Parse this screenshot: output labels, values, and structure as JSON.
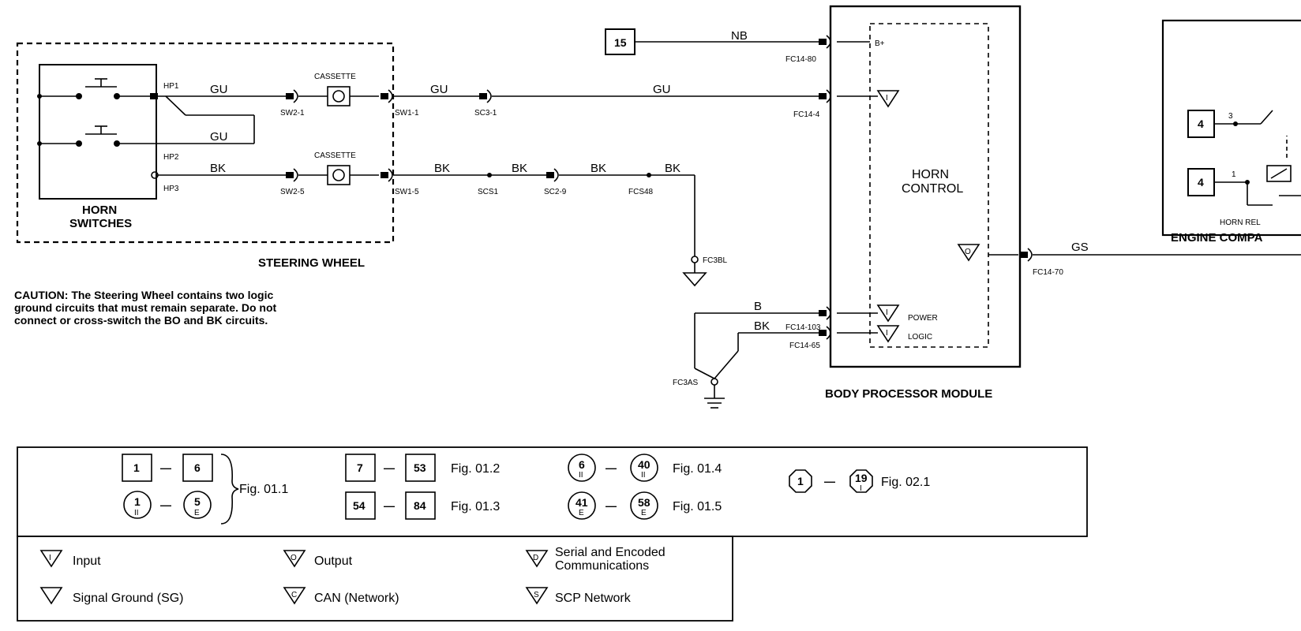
{
  "top_ref": {
    "box": "15",
    "wire": "NB",
    "pin": "FC14-80",
    "pin_label": "B+"
  },
  "steering_wheel": {
    "title": "STEERING WHEEL",
    "switches_label_1": "HORN",
    "switches_label_2": "SWITCHES",
    "hp1": "HP1",
    "hp2": "HP2",
    "hp3": "HP3",
    "cassette": "CASSETTE",
    "sw2_1": "SW2-1",
    "sw2_5": "SW2-5",
    "sw1_1": "SW1-1",
    "sw1_5": "SW1-5"
  },
  "wires": {
    "gu": "GU",
    "bk": "BK",
    "b": "B",
    "gs": "GS"
  },
  "connectors": {
    "sc3_1": "SC3-1",
    "scs1": "SCS1",
    "sc2_9": "SC2-9",
    "fcs48": "FCS48",
    "fc3bl": "FC3BL",
    "fc3as": "FC3AS",
    "fc14_4": "FC14-4",
    "fc14_103": "FC14-103",
    "fc14_65": "FC14-65",
    "fc14_70": "FC14-70"
  },
  "module": {
    "title": "BODY PROCESSOR MODULE",
    "control_1": "HORN",
    "control_2": "CONTROL",
    "power": "POWER",
    "logic": "LOGIC"
  },
  "engine_bay": {
    "box_top": "4",
    "box_bottom": "4",
    "pin_3": "3",
    "pin_1": "1",
    "relay_label": "HORN REL",
    "title": "ENGINE COMPA"
  },
  "caution": {
    "line1": "CAUTION:  The Steering Wheel contains two logic",
    "line2": "ground circuits that must remain separate.  Do not",
    "line3": "connect or cross-switch the BO and BK circuits."
  },
  "figure_index": {
    "g1": {
      "a": "1",
      "b": "6",
      "c": "1",
      "c_sub": "II",
      "d": "5",
      "d_sub": "E",
      "fig": "Fig. 01.1"
    },
    "g2": {
      "a": "7",
      "b": "53",
      "fig": "Fig. 01.2"
    },
    "g3": {
      "a": "54",
      "b": "84",
      "fig": "Fig. 01.3"
    },
    "g4": {
      "a": "6",
      "a_sub": "II",
      "b": "40",
      "b_sub": "II",
      "fig": "Fig. 01.4"
    },
    "g5": {
      "a": "41",
      "a_sub": "E",
      "b": "58",
      "b_sub": "E",
      "fig": "Fig. 01.5"
    },
    "g6": {
      "a": "1",
      "b": "19",
      "b_sub": "I",
      "fig": "Fig. 02.1"
    },
    "dash": "—"
  },
  "legend": {
    "input": "Input",
    "output": "Output",
    "serial_1": "Serial and Encoded",
    "serial_2": "Communications",
    "signal_ground": "Signal Ground (SG)",
    "can": "CAN (Network)",
    "scp": "SCP Network"
  }
}
